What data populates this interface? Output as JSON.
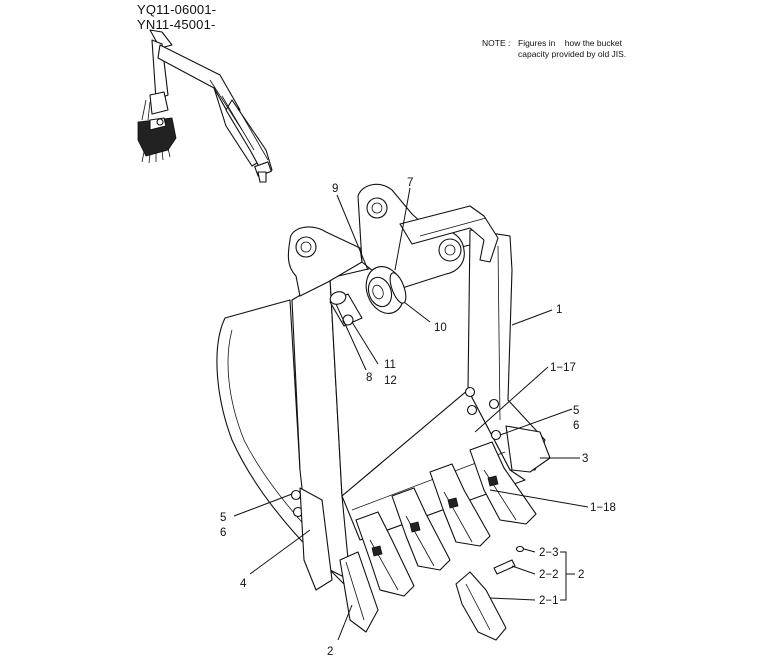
{
  "serials": [
    "YQ11-06001-",
    "YN11-45001-"
  ],
  "note": {
    "label": "NOTE :",
    "line1": "Figures in    how the bucket",
    "line2": "capacity provided by old JIS."
  },
  "callouts": {
    "c1": "1",
    "c1_17": "1−17",
    "c1_18": "1−18",
    "c2": "2",
    "c2_bracket": "2",
    "c2_1": "2−1",
    "c2_2": "2−2",
    "c2_3": "2−3",
    "c3": "3",
    "c4": "4",
    "c5_right": "5",
    "c6_right": "6",
    "c5_left": "5",
    "c6_left": "6",
    "c7": "7",
    "c8": "8",
    "c9": "9",
    "c10": "10",
    "c11": "11",
    "c12": "12"
  }
}
